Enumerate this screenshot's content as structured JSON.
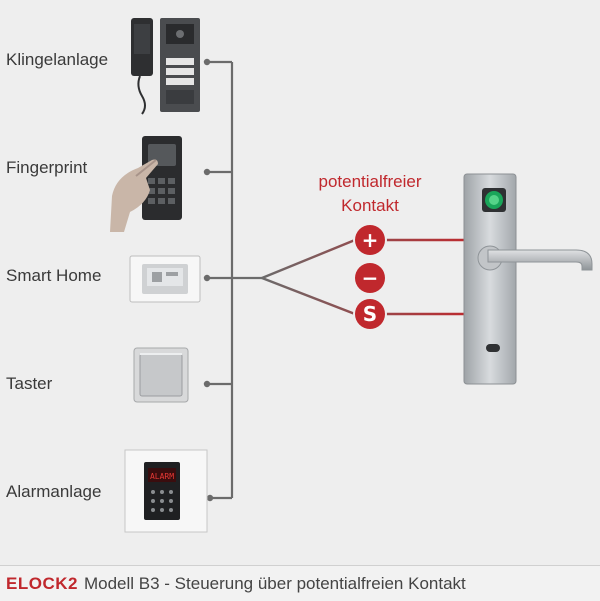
{
  "devices": [
    {
      "label": "Klingelanlage",
      "icon": "intercom-icon"
    },
    {
      "label": "Fingerprint",
      "icon": "fingerprint-reader-icon"
    },
    {
      "label": "Smart Home",
      "icon": "smart-home-switch-icon"
    },
    {
      "label": "Taster",
      "icon": "push-button-icon"
    },
    {
      "label": "Alarmanlage",
      "icon": "alarm-panel-icon"
    }
  ],
  "contact": {
    "line1": "potentialfreier",
    "line2": "Kontakt"
  },
  "terminals": [
    {
      "symbol": "+",
      "name": "plus-terminal-icon"
    },
    {
      "symbol": "−",
      "name": "minus-terminal-icon"
    },
    {
      "symbol": "S",
      "name": "signal-terminal-icon"
    }
  ],
  "footer": {
    "brand": "ELOCK2",
    "caption": "Modell B3 - Steuerung über potentialfreien Kontakt"
  },
  "colors": {
    "accent": "#c0282d",
    "wire": "#6b6b6b",
    "background": "#eeeeee"
  }
}
